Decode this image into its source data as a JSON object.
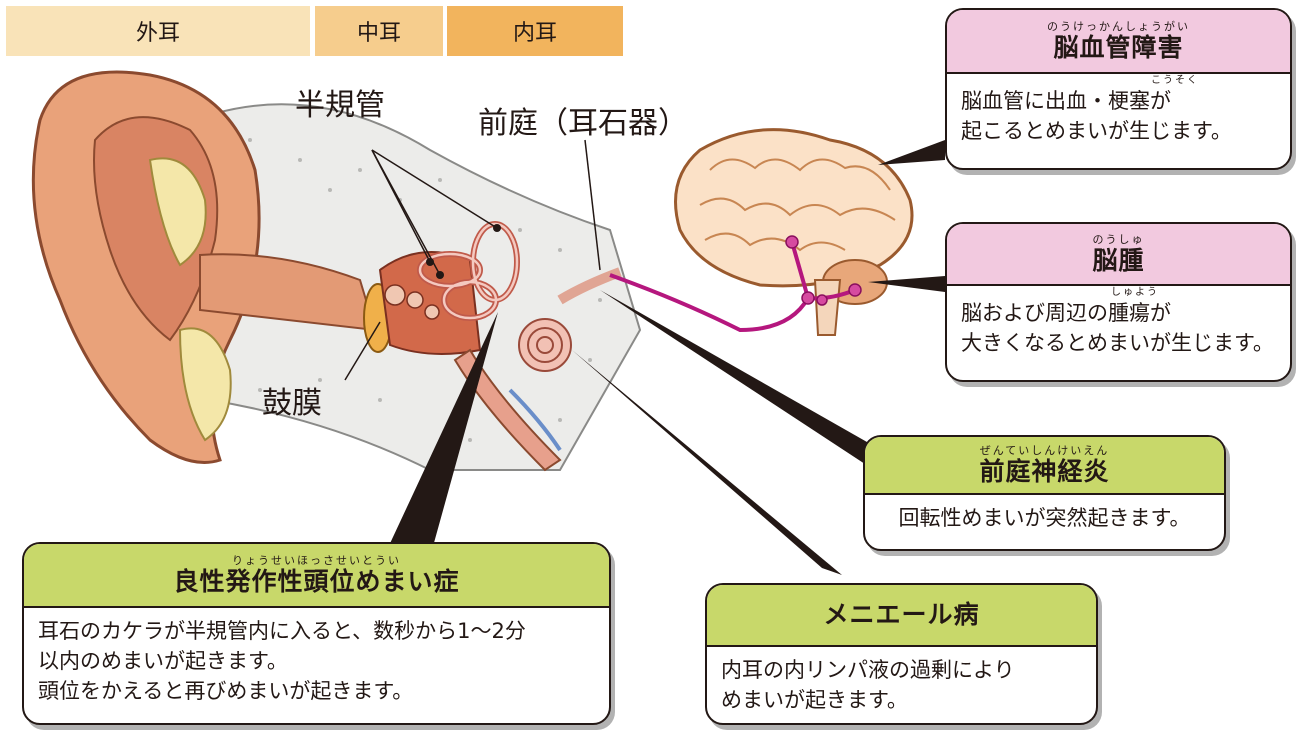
{
  "regions": [
    "外耳",
    "中耳",
    "内耳"
  ],
  "parts": {
    "semicircular_canals": "半規管",
    "vestibule": "前庭（耳石器）",
    "eardrum": "鼓膜"
  },
  "boxes": {
    "cerebrovascular": {
      "ruby": "のうけっかんしょうがい",
      "title": "脳血管障害",
      "body_ruby": "こうそく",
      "lines": [
        "脳血管に出血・梗塞が",
        "起こるとめまいが生じます。"
      ]
    },
    "brain_tumor": {
      "ruby": "のうしゅ",
      "title": "脳腫",
      "body_ruby": "しゅよう",
      "lines": [
        "脳および周辺の腫瘍が",
        "大きくなるとめまいが生じます。"
      ]
    },
    "vestibular_neuritis": {
      "ruby": "ぜんていしんけいえん",
      "title": "前庭神経炎",
      "lines": [
        "回転性めまいが突然起きます。"
      ]
    },
    "bppv": {
      "ruby": "りょうせいほっさせいとうい",
      "title": "良性発作性頭位めまい症",
      "lines": [
        "耳石のカケラが半規管内に入ると、数秒から1〜2分",
        "以内のめまいが起きます。",
        "頭位をかえると再びめまいが起きます。"
      ]
    },
    "meniere": {
      "title": "メニエール病",
      "lines": [
        "内耳の内リンパ液の過剰により",
        "めまいが起きます。"
      ]
    }
  },
  "colors": {
    "outer_ear_tab": "#f9e3b8",
    "middle_ear_tab": "#f6cd8d",
    "inner_ear_tab": "#f2b45d",
    "pink_header": "#f2c9df",
    "green_header": "#c8d86a",
    "nerve_magenta": "#b5177e"
  }
}
